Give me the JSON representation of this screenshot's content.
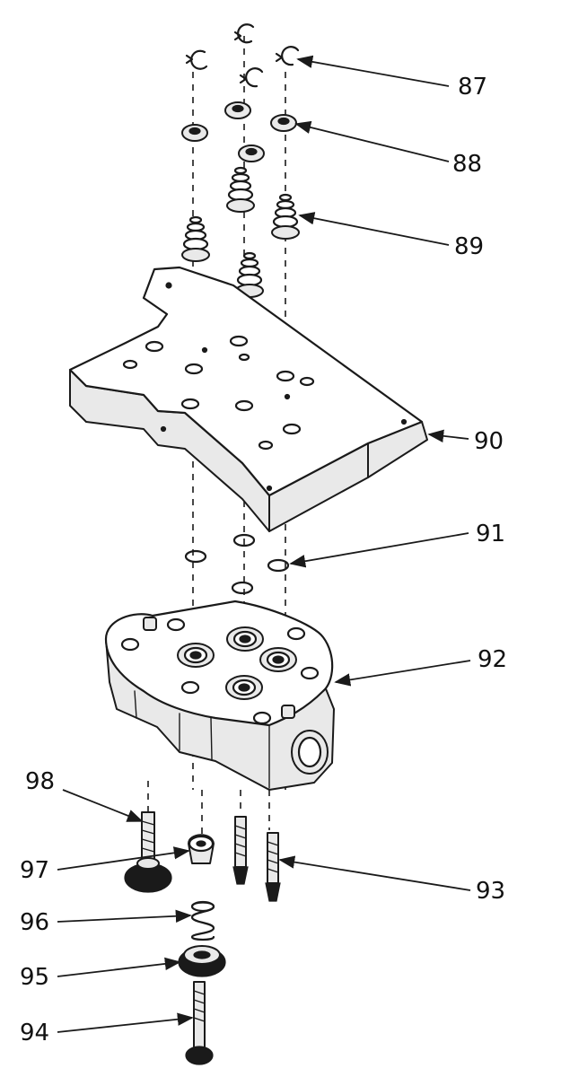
{
  "diagram": {
    "callouts": [
      {
        "id": "87",
        "label": "87"
      },
      {
        "id": "88",
        "label": "88"
      },
      {
        "id": "89",
        "label": "89"
      },
      {
        "id": "90",
        "label": "90"
      },
      {
        "id": "91",
        "label": "91"
      },
      {
        "id": "92",
        "label": "92"
      },
      {
        "id": "93",
        "label": "93"
      },
      {
        "id": "94",
        "label": "94"
      },
      {
        "id": "95",
        "label": "95"
      },
      {
        "id": "96",
        "label": "96"
      },
      {
        "id": "97",
        "label": "97"
      },
      {
        "id": "98",
        "label": "98"
      }
    ]
  }
}
